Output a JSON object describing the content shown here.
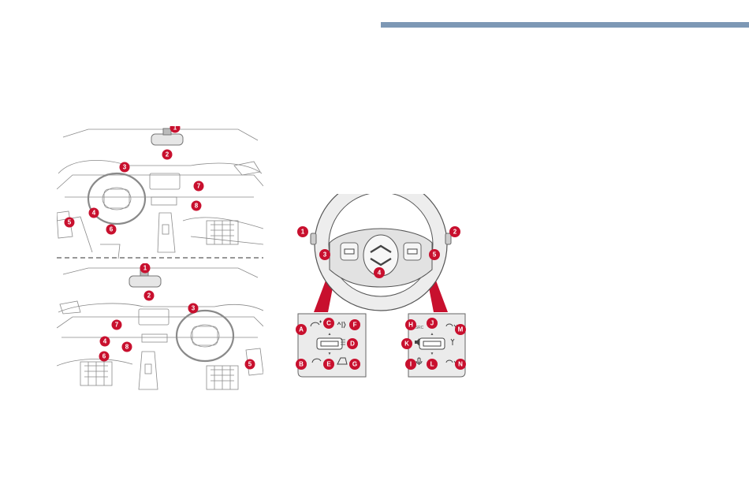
{
  "colors": {
    "header_rule": "#7d98b5",
    "badge_red": "#c8102e",
    "line_gray": "#8a8a8a",
    "panel_fill": "#e9e9e9"
  },
  "figure_top": {
    "badges": [
      "1",
      "2",
      "3",
      "4",
      "5",
      "6",
      "7",
      "8"
    ]
  },
  "figure_bottom": {
    "badges": [
      "1",
      "2",
      "3",
      "4",
      "5",
      "6",
      "7",
      "8"
    ]
  },
  "wheel": {
    "badges": [
      "1",
      "2",
      "3",
      "4",
      "5"
    ],
    "logo_icon": "chevron-logo-icon"
  },
  "left_panel": {
    "badges": [
      "A",
      "B",
      "C",
      "D",
      "E",
      "F",
      "G"
    ],
    "up_arrow": "▲",
    "down_arrow": "▼"
  },
  "right_panel": {
    "badges": [
      "H",
      "I",
      "J",
      "K",
      "L",
      "M",
      "N"
    ],
    "src_label": "SRC",
    "up_arrow": "▲",
    "down_arrow": "▼"
  }
}
